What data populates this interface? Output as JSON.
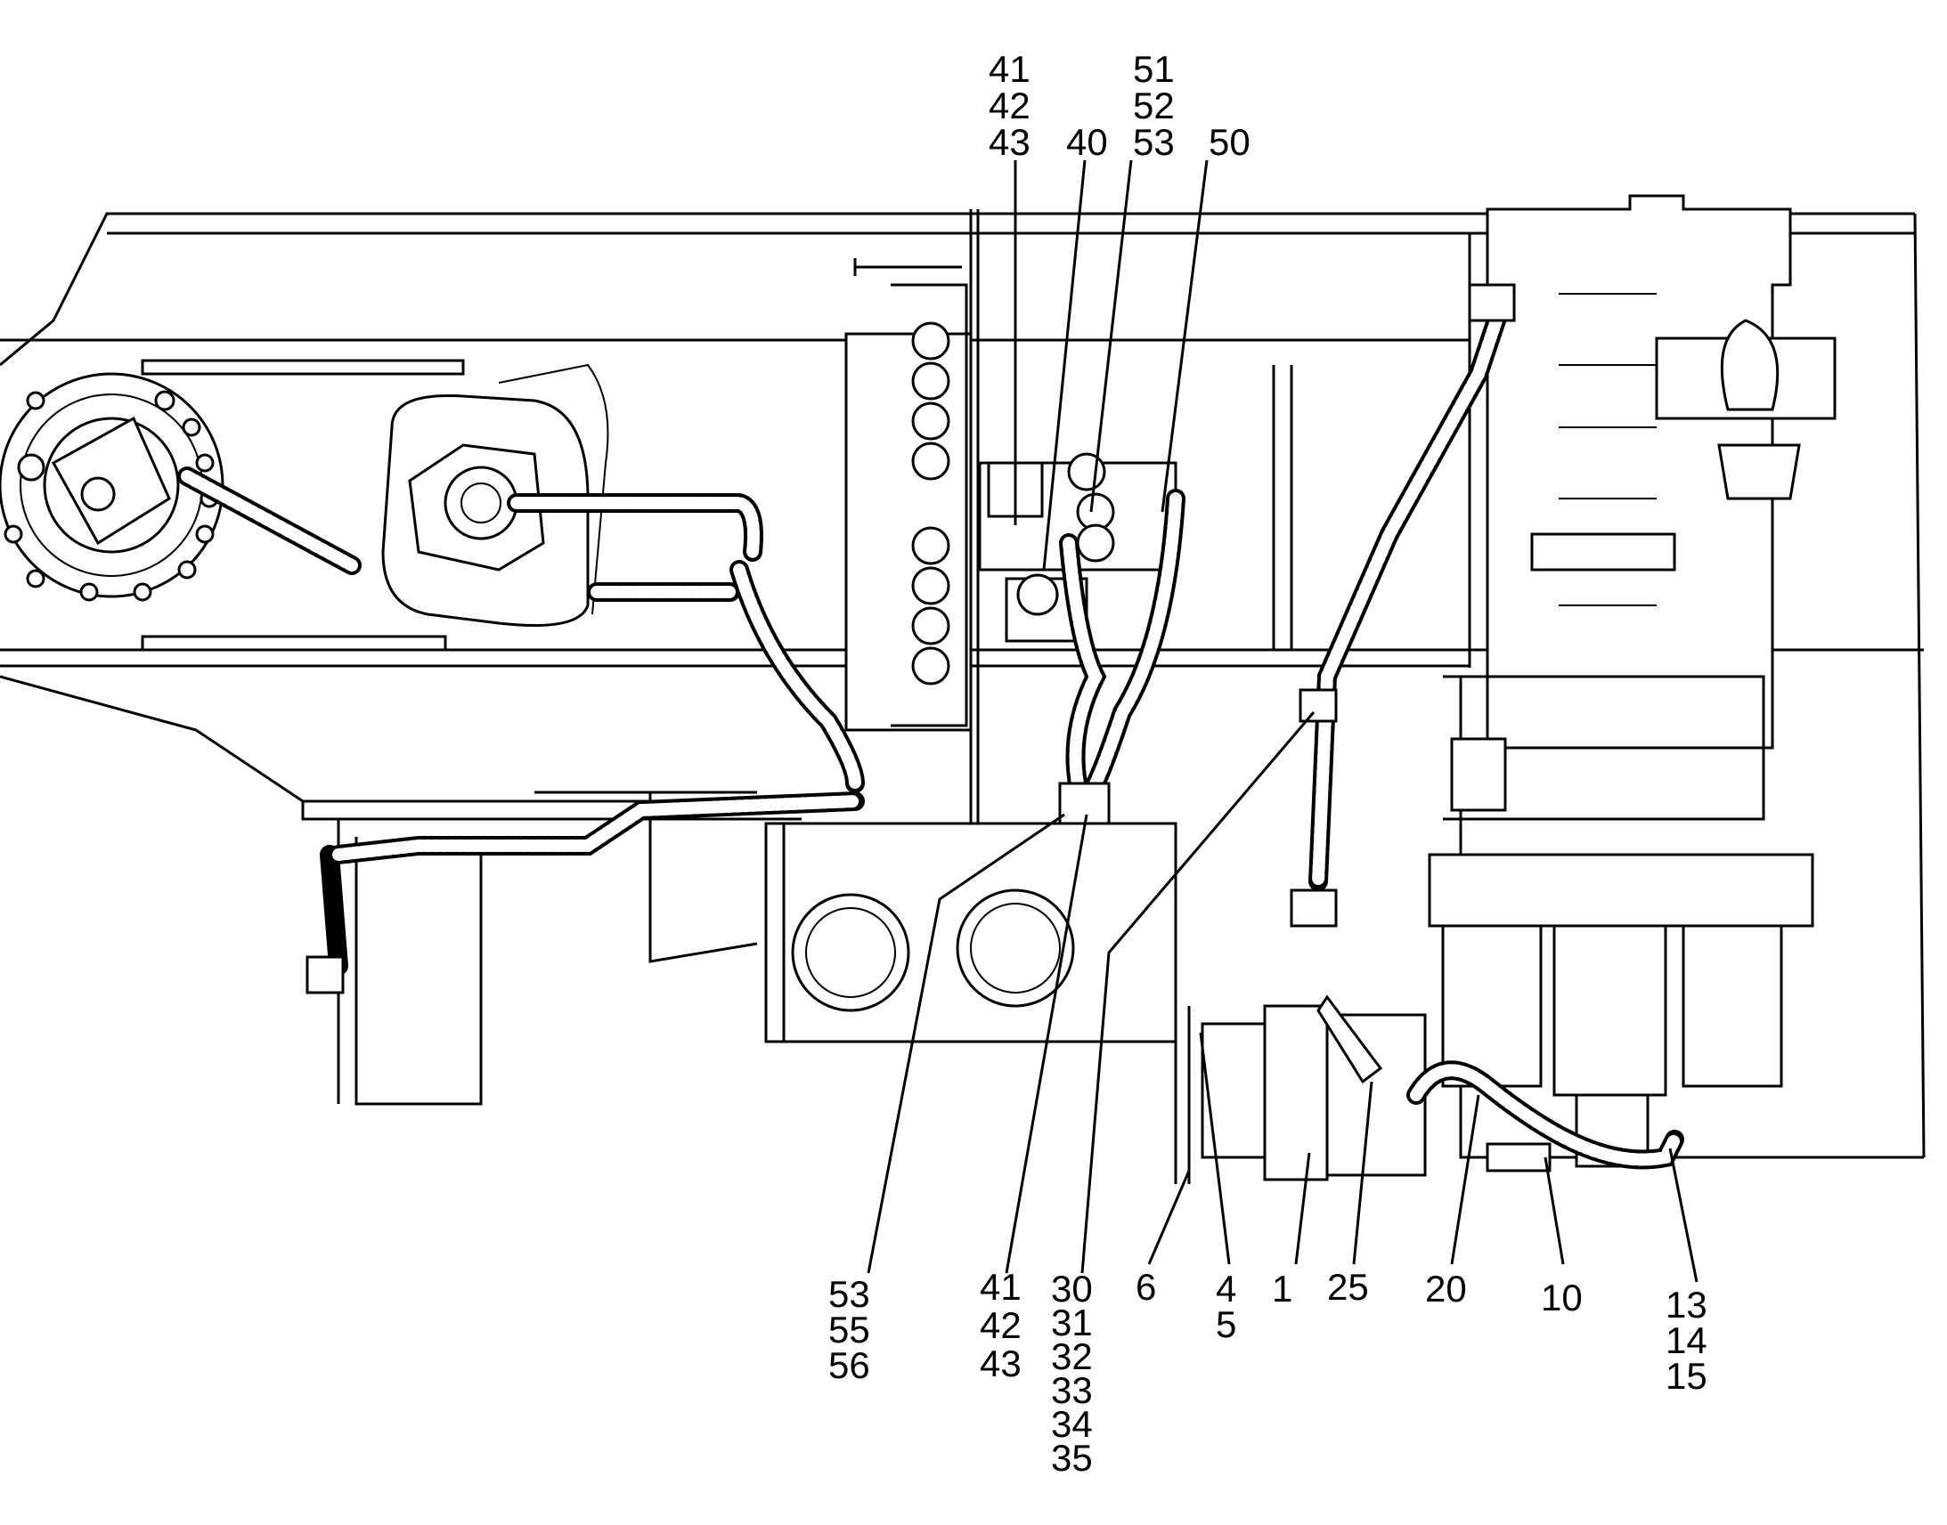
{
  "callouts": {
    "top_41_42_43": [
      "41",
      "42",
      "43"
    ],
    "top_40": "40",
    "top_51_52_53": [
      "51",
      "52",
      "53"
    ],
    "top_50": "50",
    "bottom_53_55_56": [
      "53",
      "55",
      "56"
    ],
    "bottom_41_42_43": [
      "41",
      "42",
      "43"
    ],
    "bottom_30_35": [
      "30",
      "31",
      "32",
      "33",
      "34",
      "35"
    ],
    "bottom_6": "6",
    "bottom_4_5": [
      "4",
      "5"
    ],
    "bottom_1": "1",
    "bottom_25": "25",
    "bottom_20": "20",
    "bottom_10": "10",
    "bottom_13_14_15": [
      "13",
      "14",
      "15"
    ]
  }
}
